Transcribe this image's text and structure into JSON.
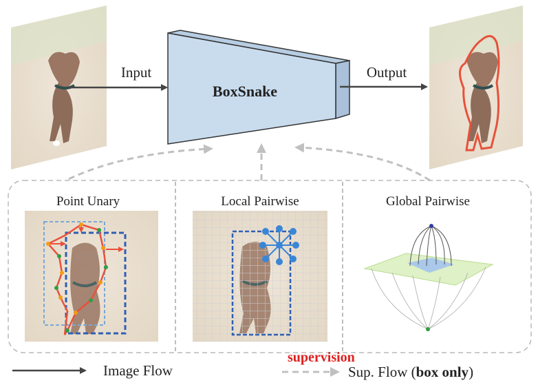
{
  "flow": {
    "input_label": "Input",
    "output_label": "Output",
    "model_label": "BoxSnake"
  },
  "panels": [
    {
      "title": "Point Unary"
    },
    {
      "title": "Local Pairwise"
    },
    {
      "title": "Global Pairwise"
    }
  ],
  "legend": {
    "image_flow": "Image Flow",
    "supervision": "supervision",
    "sup_flow_prefix": "Sup. Flow (",
    "sup_flow_bold": "box only",
    "sup_flow_suffix": ")"
  },
  "colors": {
    "model_fill": "#c9dcee",
    "contour_red": "#e8513b",
    "box_blue": "#2f5fb5",
    "point_green": "#2f9e44",
    "point_orange": "#f39c12",
    "supervision_red": "#e02020",
    "dash_gray": "#b8b8b8"
  }
}
